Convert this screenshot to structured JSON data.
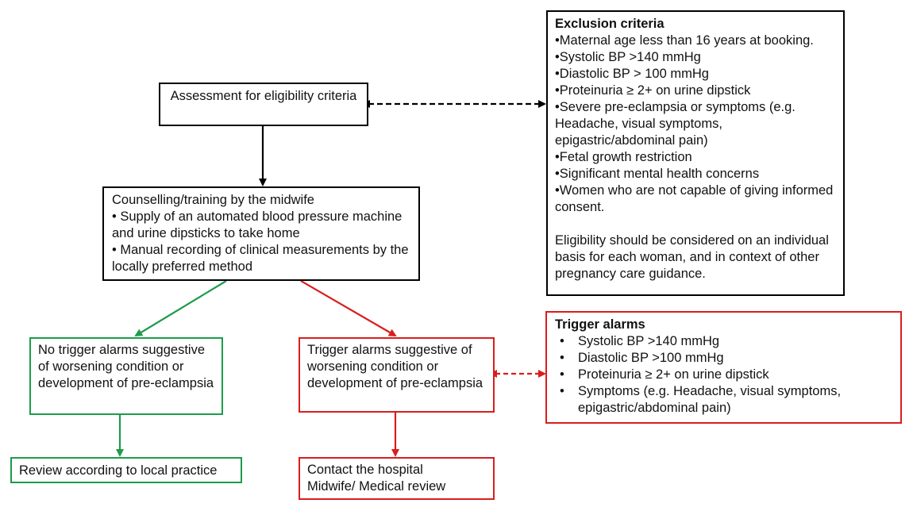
{
  "colors": {
    "black": "#000000",
    "green": "#1e9b4b",
    "red": "#d81e1e"
  },
  "assessment": {
    "text": "Assessment for eligibility criteria"
  },
  "counselling": {
    "lines": [
      "Counselling/training by the midwife",
      "• Supply of an automated blood pressure machine and urine dipsticks to take home",
      "• Manual recording of clinical measurements by the locally preferred method"
    ]
  },
  "exclusion": {
    "title": "Exclusion criteria",
    "items": [
      "•Maternal age less than 16 years at booking.",
      "•Systolic BP >140 mmHg",
      "•Diastolic BP > 100 mmHg",
      "•Proteinuria ≥ 2+ on urine dipstick",
      "•Severe pre-eclampsia or symptoms (e.g. Headache, visual symptoms, epigastric/abdominal pain)",
      "•Fetal growth restriction",
      "•Significant mental health concerns",
      "•Women who are not capable of giving informed consent."
    ],
    "note": "Eligibility should be considered on an individual basis for each woman, and in context of other pregnancy care guidance."
  },
  "no_trigger": {
    "text": "No trigger alarms suggestive of worsening condition or development of pre-eclampsia"
  },
  "trigger": {
    "text": "Trigger alarms suggestive of worsening condition or development of pre-eclampsia"
  },
  "trigger_alarms": {
    "title": "Trigger alarms",
    "items": [
      "Systolic BP >140 mmHg",
      "Diastolic BP >100 mmHg",
      "Proteinuria ≥ 2+ on urine dipstick",
      "Symptoms (e.g. Headache, visual symptoms, epigastric/abdominal pain)"
    ]
  },
  "review": {
    "text": "Review according to local practice"
  },
  "contact": {
    "lines": [
      "Contact the hospital",
      "Midwife/ Medical review"
    ]
  }
}
